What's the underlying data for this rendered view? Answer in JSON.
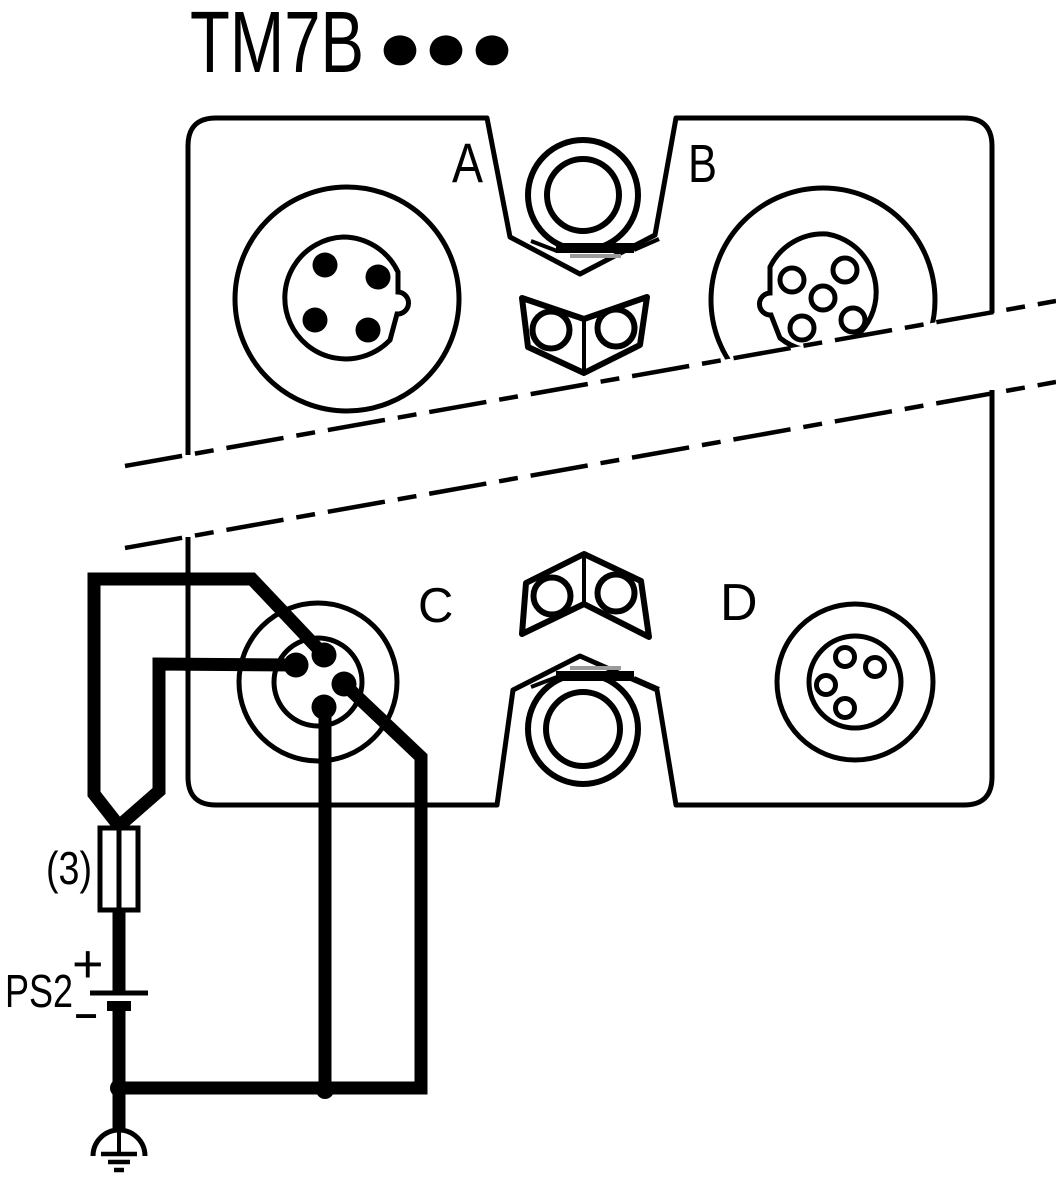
{
  "diagram": {
    "title": {
      "model": "TM7B",
      "wildcard": "●●●"
    },
    "connector_labels": {
      "a": "A",
      "b": "B",
      "c": "C",
      "d": "D"
    },
    "fuse_label": "(3)",
    "power_supply": {
      "name": "PS2",
      "positive": "+",
      "negative": "−"
    },
    "colors": {
      "line": "#000000",
      "background": "#ffffff"
    }
  }
}
